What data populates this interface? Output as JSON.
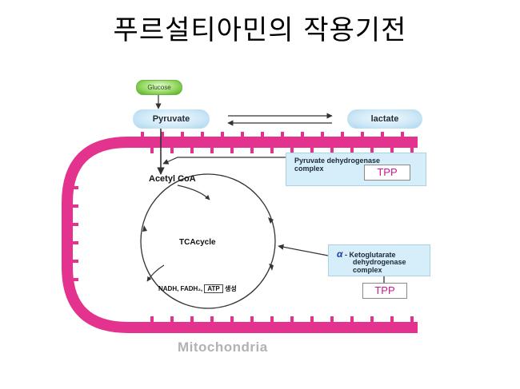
{
  "title": "푸르설티아민의 작용기전",
  "nodes": {
    "glucose": "Glucose",
    "pyruvate": "Pyruvate",
    "lactate": "lactate",
    "acetyl_coa": "Acetyl CoA",
    "tca_cycle": "TCAcycle",
    "products_prefix": "NADH, FADH₂,",
    "atp": "ATP",
    "products_suffix": "생성"
  },
  "enzymes": {
    "pdh": {
      "line1": "Pyruvate dehydrogenase",
      "line2": "complex",
      "cofactor": "TPP"
    },
    "kgdh": {
      "symbol": "α",
      "line1": "- Ketoglutarate",
      "line2": "dehydrogenase",
      "line3": "complex",
      "cofactor": "TPP"
    }
  },
  "organelle": "Mitochondria",
  "colors": {
    "membrane": "#e3338e",
    "tpp_text": "#d0168c",
    "enzyme_box": "#d6eef9",
    "pill_fill": "#cfe9f7",
    "glucose_fill": "#8fd45a",
    "organelle_label": "#b2b2b2"
  }
}
